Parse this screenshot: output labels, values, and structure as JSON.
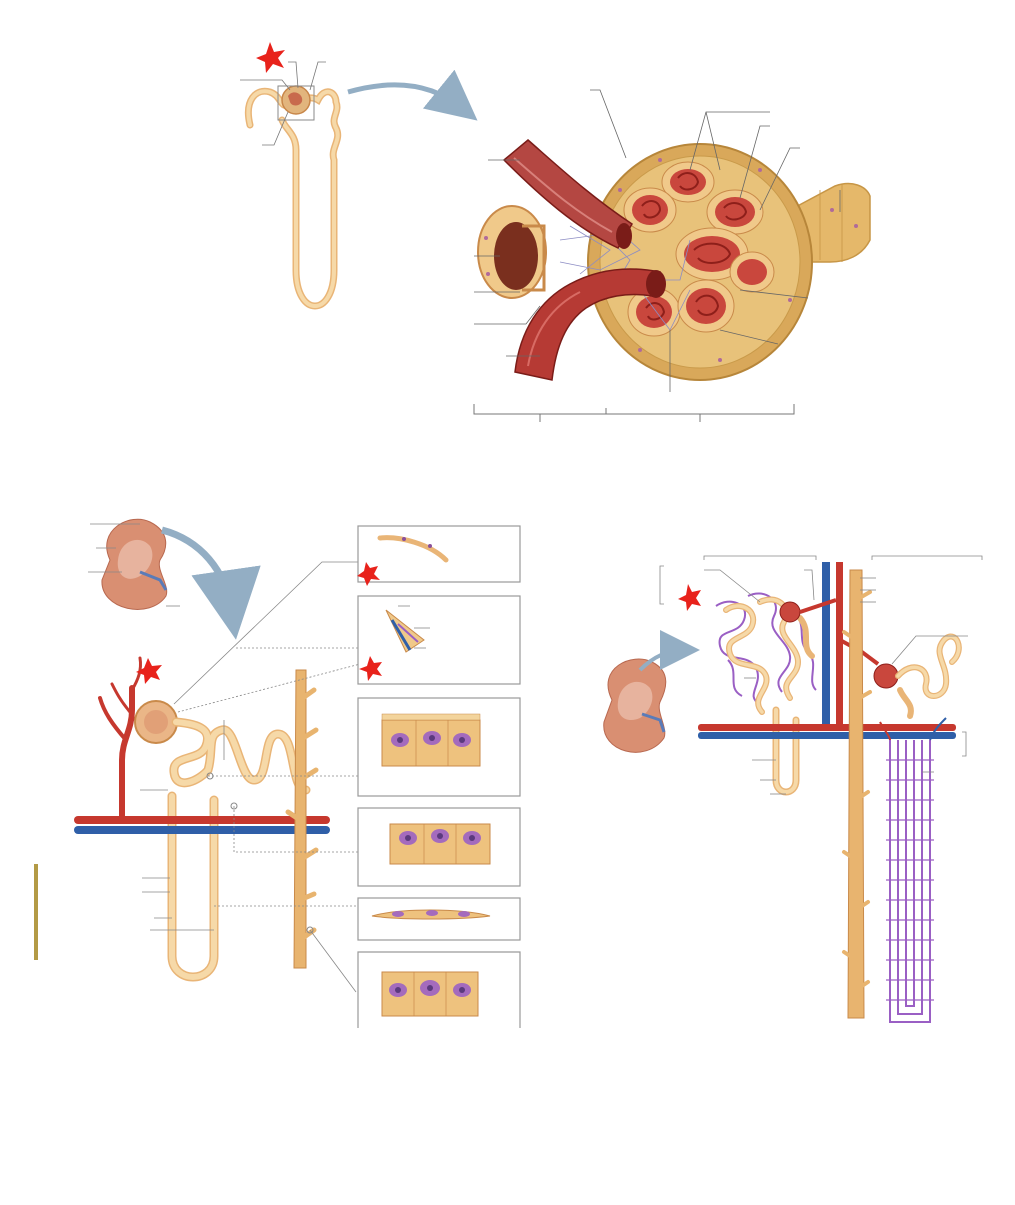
{
  "figure": {
    "colors": {
      "tubule_fill": "#f6d9a8",
      "tubule_stroke": "#e9b577",
      "artery": "#c6382e",
      "artery_dark": "#8e1f1a",
      "vein": "#2f5fa8",
      "capillary": "#9a5fc4",
      "capsule_gold": "#d9a85a",
      "highlight_red": "#e8221b",
      "leader_line": "#777777",
      "arrow_blue": "#93aec4",
      "scale_bar": "#b39a45",
      "kidney_fill": "#d98f72"
    },
    "icons": [
      "renal-corpuscle-callout-arrow",
      "kidney-locator-arrow"
    ],
    "labels": [],
    "panels": [
      "nephron-overview",
      "renal-corpuscle-detail",
      "nephron-segments",
      "tubular-epithelium-sections",
      "juxtamedullary-nephron-blood-supply"
    ]
  }
}
